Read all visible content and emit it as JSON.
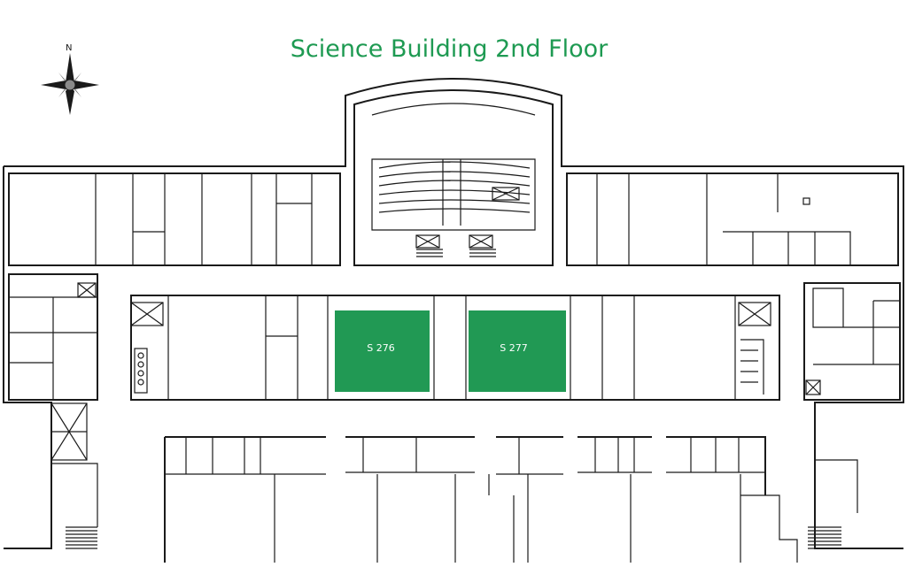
{
  "title": "Science Building 2nd Floor",
  "compass": {
    "label": "N"
  },
  "colors": {
    "accent": "#1e9a52",
    "room_fill": "#219954",
    "walls": "#1a1a1a"
  },
  "highlighted_rooms": [
    {
      "id": "s276",
      "label": "S 276"
    },
    {
      "id": "s277",
      "label": "S 277"
    }
  ]
}
